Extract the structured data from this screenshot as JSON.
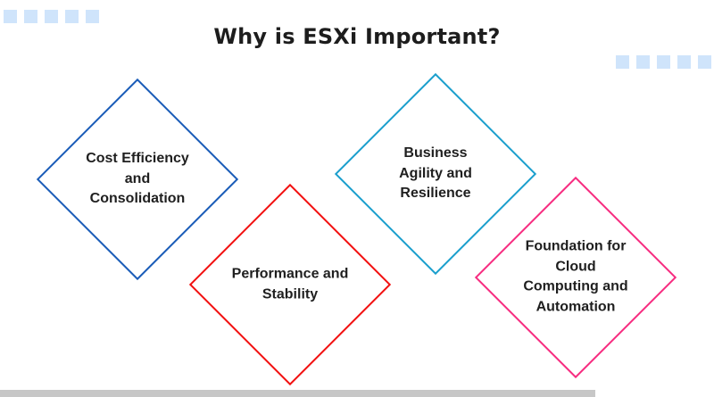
{
  "title": {
    "text": "Why is ESXi Important?",
    "color": "#1d1d1d"
  },
  "decor": {
    "square_color": "#cfe4fb",
    "top_left_square_count": 5,
    "mid_right_square_count": 5
  },
  "diamonds": [
    {
      "label": "Cost Efficiency and Consolidation",
      "lines": [
        "Cost Efficiency",
        "and",
        "Consolidation"
      ],
      "border_color": "#1a5cb8"
    },
    {
      "label": "Performance and Stability",
      "lines": [
        "Performance and",
        "Stability"
      ],
      "border_color": "#f21111"
    },
    {
      "label": "Business Agility and Resilience",
      "lines": [
        "Business",
        "Agility and",
        "Resilience"
      ],
      "border_color": "#1b9fcd"
    },
    {
      "label": "Foundation for Cloud Computing and Automation",
      "lines": [
        "Foundation for",
        "Cloud",
        "Computing and",
        "Automation"
      ],
      "border_color": "#f72c80"
    }
  ],
  "scrollbar": {
    "color": "#c7c7c7"
  }
}
